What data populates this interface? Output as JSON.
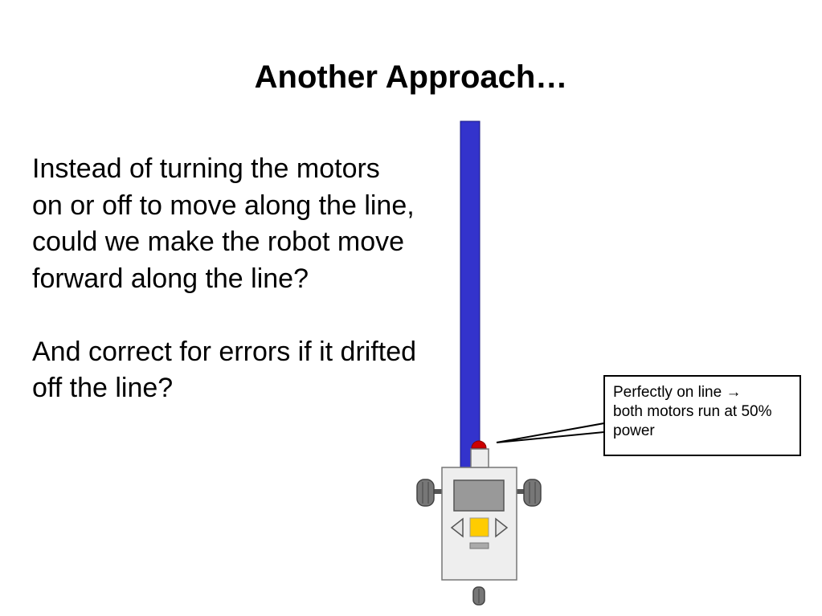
{
  "slide": {
    "title": "Another Approach…",
    "paragraphs": [
      "Instead of turning the motors on or off to move along the line, could we make the robot move forward along the line?",
      "And correct for errors if it drifted off the line?"
    ]
  },
  "callout": {
    "text_before": "Perfectly on line",
    "arrow": "→",
    "text_after": "both motors run at 50% power"
  },
  "colors": {
    "line": "#3333cc",
    "sensor": "#cc0000",
    "robot_body": "#eeeeee",
    "screen": "#999999",
    "center_button": "#ffcc00",
    "wheel": "#777777"
  },
  "icons": [
    "robot-icon",
    "light-sensor-icon",
    "left-arrow-button-icon",
    "right-arrow-button-icon"
  ]
}
